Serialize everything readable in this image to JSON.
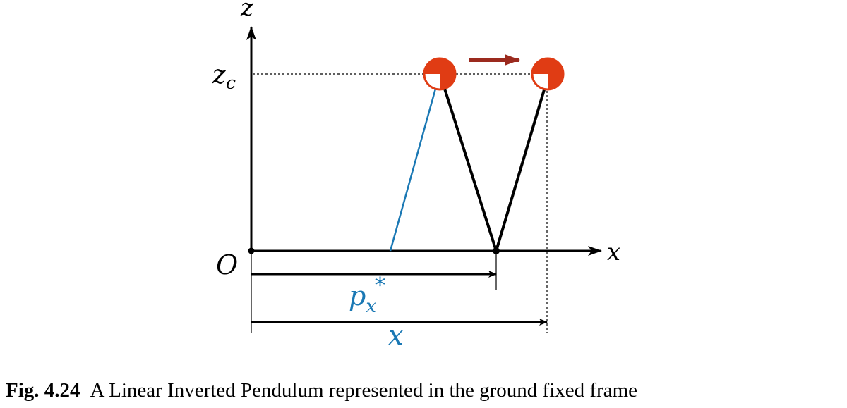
{
  "diagram": {
    "axis_z_label": "z",
    "axis_x_label": "x",
    "height_label": "z",
    "height_subscript": "c",
    "origin_label": "O",
    "zmp_label": "p",
    "zmp_subscript": "x",
    "zmp_superscript": "*",
    "com_position_label": "x"
  },
  "caption": {
    "number": "Fig. 4.24",
    "text": "A Linear Inverted Pendulum represented in the ground fixed frame"
  },
  "colors": {
    "com_marker": "#e03c14",
    "motion_arrow": "#9b2a1e",
    "zmp_blue": "#1a78b4",
    "black": "#000000"
  }
}
